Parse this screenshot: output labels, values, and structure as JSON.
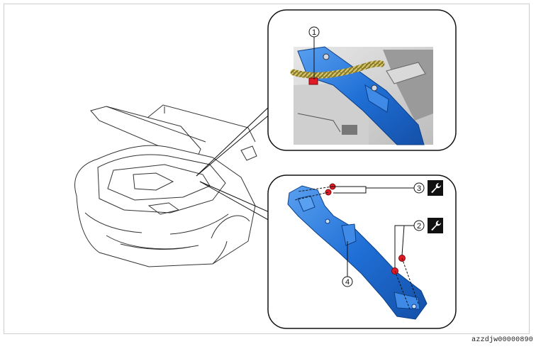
{
  "document_code": "azzdjw00000890",
  "callouts": {
    "c1": "1",
    "c2": "2",
    "c3": "3",
    "c4": "4"
  },
  "icons": {
    "torque": "wrench-icon"
  },
  "colors": {
    "bracket_blue": "#1f6fd6",
    "bolt_red": "#e01b24",
    "harness_yellow": "#b9a64a",
    "outline": "#111111"
  }
}
